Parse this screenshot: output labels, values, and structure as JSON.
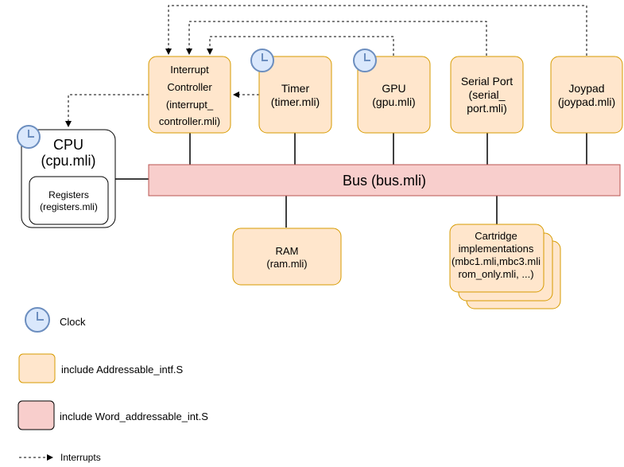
{
  "colors": {
    "addressable_fill": "#ffe6cc",
    "addressable_stroke": "#d79b00",
    "bus_fill": "#f8cecc",
    "bus_stroke": "#b85450",
    "clock_fill": "#dae8fc",
    "clock_stroke": "#6c8ebf"
  },
  "nodes": {
    "interrupt_controller": {
      "lines": [
        "Interrupt",
        "Controller",
        "(interrupt_",
        "controller.mli)"
      ]
    },
    "timer": {
      "lines": [
        "Timer",
        "(timer.mli)"
      ]
    },
    "gpu": {
      "lines": [
        "GPU",
        "(gpu.mli)"
      ]
    },
    "serial_port": {
      "lines": [
        "Serial Port",
        "(serial_",
        "port.mli)"
      ]
    },
    "joypad": {
      "lines": [
        "Joypad",
        "(joypad.mli)"
      ]
    },
    "cpu": {
      "lines": [
        "CPU",
        "(cpu.mli)"
      ]
    },
    "registers": {
      "lines": [
        "Registers",
        "(registers.mli)"
      ]
    },
    "bus": {
      "label": "Bus (bus.mli)"
    },
    "ram": {
      "lines": [
        "RAM",
        "(ram.mli)"
      ]
    },
    "cartridge": {
      "lines": [
        "Cartridge",
        "implementations",
        "(mbc1.mli,mbc3.mli",
        "rom_only.mli, ...)"
      ]
    }
  },
  "legend": {
    "clock": "Clock",
    "addressable": "include Addressable_intf.S",
    "word_addressable": "include Word_addressable_int.S",
    "interrupts": "Interrupts"
  }
}
